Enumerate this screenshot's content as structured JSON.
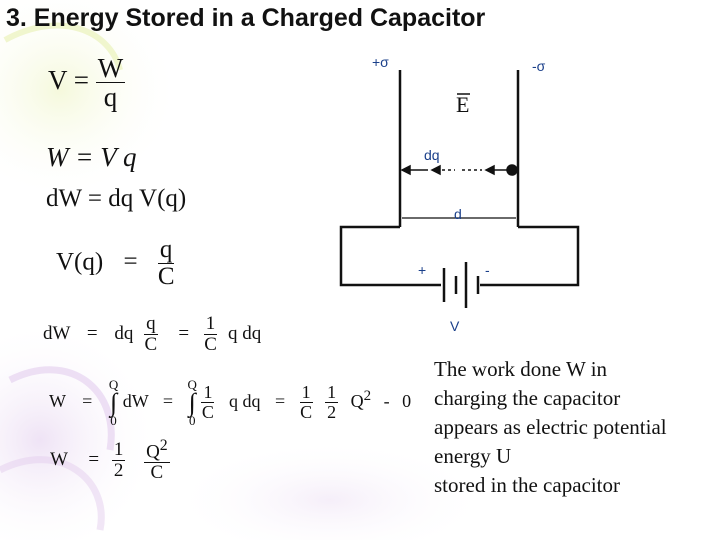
{
  "title": "3. Energy Stored in a Charged Capacitor",
  "equations": {
    "v_def": {
      "lhs": "V",
      "eq": "=",
      "num": "W",
      "den": "q"
    },
    "w_vq": "W = V q",
    "dw": "dW = dq V(q)",
    "vq": {
      "lhs": "V(q)",
      "eq": "=",
      "num": "q",
      "den": "C"
    },
    "dw2": {
      "lhs": "dW",
      "eq1": "=",
      "dq": "dq",
      "num": "q",
      "den": "C",
      "eq2": "=",
      "num2": "1",
      "den2": "C",
      "tail": "q dq"
    },
    "w_int": {
      "lhs": "W",
      "eq1": "=",
      "int1_upper": "Q",
      "int1_lower": "0",
      "dw": "dW",
      "eq2": "=",
      "int2_upper": "Q",
      "int2_lower": "0",
      "num": "1",
      "den": "C",
      "qdq": "q dq",
      "eq3": "=",
      "num2": "1",
      "den2": "C",
      "num3": "1",
      "den3": "2",
      "q2": "Q",
      "sq": "2",
      "minus": "-",
      "zero": "0"
    },
    "w_final": {
      "lhs": "W",
      "eq": "=",
      "num": "1",
      "den": "2",
      "num2": "Q",
      "sq": "2",
      "den2": "C"
    }
  },
  "diagram": {
    "plus_sigma": "+σ",
    "minus_sigma": "-σ",
    "e_field": "E",
    "dq": "dq",
    "d": "d",
    "plus": "+",
    "minus": "-",
    "v": "V",
    "colors": {
      "label": "#1a3f8a",
      "line": "#111111",
      "dot": "#111111"
    }
  },
  "description": {
    "line1": "The work done  W in",
    "line2": "charging  the  capacitor",
    "line3": "appears  as electric potential",
    "line4": "energy U",
    "line5": "stored in the capacitor"
  }
}
